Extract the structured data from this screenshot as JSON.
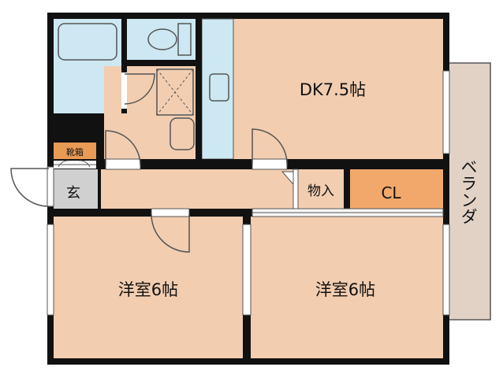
{
  "floor_plan": {
    "rooms": {
      "dk": "DK7.5帖",
      "western_room_left": "洋室6帖",
      "western_room_right": "洋室6帖",
      "storage": "物入",
      "closet": "CL",
      "entrance": "玄",
      "shoe_box": "靴箱",
      "balcony": "ベランダ"
    },
    "colors": {
      "room_floor": "#f2cdb0",
      "closet": "#f2a86a",
      "wet_area": "#cde8f2",
      "entrance": "#d0d0d0",
      "balcony": "#e2d2c6",
      "shoe_box": "#e79b55",
      "wall": "#111111"
    }
  }
}
